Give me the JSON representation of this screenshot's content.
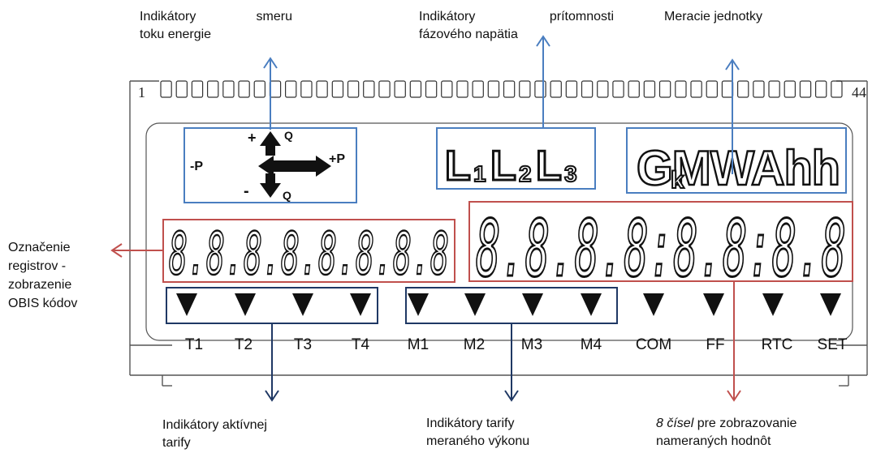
{
  "annotations": {
    "direction": [
      "Indikátory smeru",
      "toku energie"
    ],
    "phase": [
      "Indikátory prítomnosti",
      "fázového napätia"
    ],
    "units": "Meracie jednotky",
    "register": [
      "Označenie",
      "registrov -",
      "zobrazenie",
      "OBIS kódov"
    ],
    "active_tariff": [
      "Indikátory aktívnej",
      "tarify"
    ],
    "measured_tariff": [
      "Indikátory tarify",
      "meraného výkonu"
    ],
    "digits_em": "8 čísel",
    "digits": [
      "pre zobrazovanie",
      "nameraných hodnôt"
    ]
  },
  "lcd": {
    "segment_start": "1",
    "segment_end": "44",
    "phases": [
      "L",
      "1",
      "L",
      "2",
      "L",
      "3"
    ],
    "units_text": "GMWAhh",
    "units_small": "k",
    "left_digits": "8.8.8.8.8.8.8.8",
    "right_digits": "8.8.8.8:8.8:8.8",
    "direction_labels": {
      "minus_p": "-P",
      "plus_p": "+P",
      "plus_q": "+",
      "q_top": "Q",
      "minus_q": "-",
      "q_bottom": "Q"
    }
  },
  "indicators": [
    "T1",
    "T2",
    "T3",
    "T4",
    "M1",
    "M2",
    "M3",
    "M4",
    "COM",
    "FF",
    "RTC",
    "SET"
  ],
  "colors": {
    "blue": "#4a7ec0",
    "red": "#c0504d",
    "navy": "#1f3864"
  }
}
